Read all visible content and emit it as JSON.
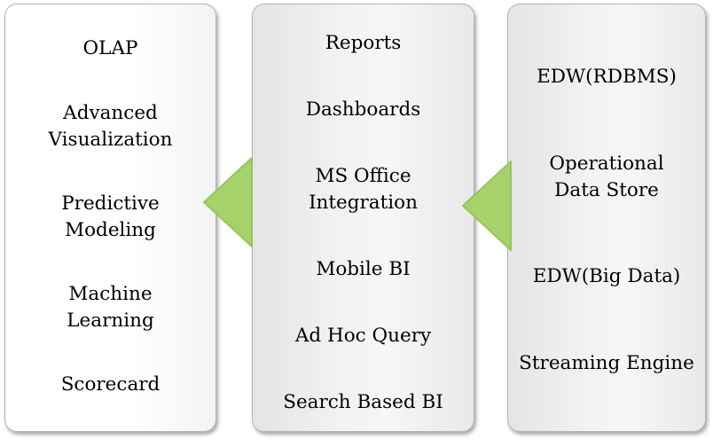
{
  "colors": {
    "arrow_fill": "#a6d26b",
    "arrow_stroke": "#98c45c",
    "panel_border": "#b3b3b3",
    "text": "#000000"
  },
  "panels": {
    "left": {
      "items": [
        "OLAP",
        "Advanced\nVisualization",
        "Predictive\nModeling",
        "Machine\nLearning",
        "Scorecard"
      ]
    },
    "middle": {
      "items": [
        "Reports",
        "Dashboards",
        "MS Office\nIntegration",
        "Mobile BI",
        "Ad Hoc Query",
        "Search Based BI"
      ]
    },
    "right": {
      "items": [
        "EDW(RDBMS)",
        "Operational\nData Store",
        "EDW(Big Data)",
        "Streaming Engine"
      ]
    }
  },
  "arrows": [
    {
      "from": "middle",
      "to": "left",
      "direction": "left"
    },
    {
      "from": "right",
      "to": "middle",
      "direction": "left"
    }
  ]
}
